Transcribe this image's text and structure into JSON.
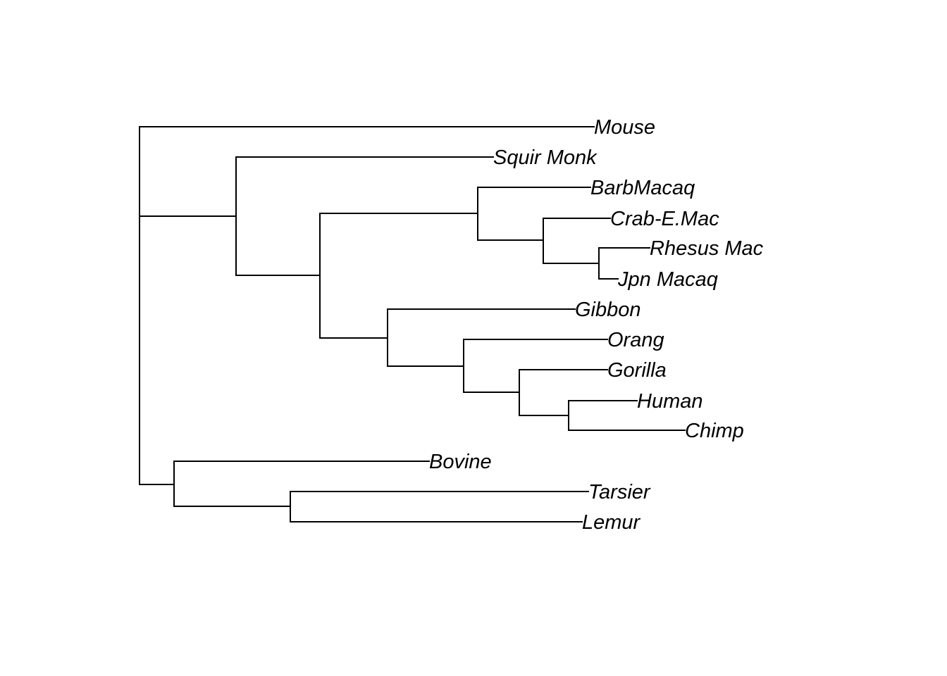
{
  "tree": {
    "type": "phylogram",
    "line_color": "#000000",
    "tips": [
      "Mouse",
      "Squir Monk",
      "BarbMacaq",
      "Crab-E.Mac",
      "Rhesus Mac",
      "Jpn Macaq",
      "Gibbon",
      "Orang",
      "Gorilla",
      "Human",
      "Chimp",
      "Bovine",
      "Tarsier",
      "Lemur"
    ],
    "newick_topology": "(Mouse,(Squir Monk,((BarbMacaq,(Crab-E.Mac,(Rhesus Mac,Jpn Macaq))),(Gibbon,(Orang,(Gorilla,(Human,Chimp)))))),(Bovine,(Tarsier,Lemur)));"
  }
}
